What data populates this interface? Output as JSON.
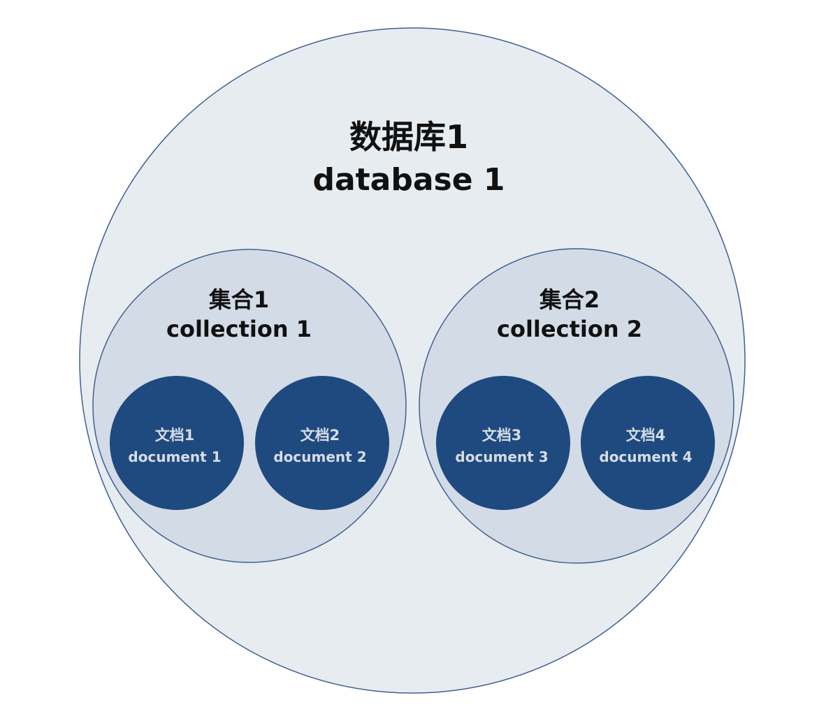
{
  "colors": {
    "background": "#ffffff",
    "database_fill": "#e7ecf1",
    "collection_fill": "#d3dce6",
    "document_fill": "#1f4a7f",
    "stroke": "#3f6090",
    "heading_text": "#111111",
    "document_text": "#d6dce6"
  },
  "database": {
    "title_cn": "数据库1",
    "title_en": "database 1"
  },
  "collections": [
    {
      "title_cn": "集合1",
      "title_en": "collection 1",
      "documents": [
        {
          "title_cn": "文档1",
          "title_en": "document 1"
        },
        {
          "title_cn": "文档2",
          "title_en": "document 2"
        }
      ]
    },
    {
      "title_cn": "集合2",
      "title_en": "collection 2",
      "documents": [
        {
          "title_cn": "文档3",
          "title_en": "document 3"
        },
        {
          "title_cn": "文档4",
          "title_en": "document 4"
        }
      ]
    }
  ]
}
